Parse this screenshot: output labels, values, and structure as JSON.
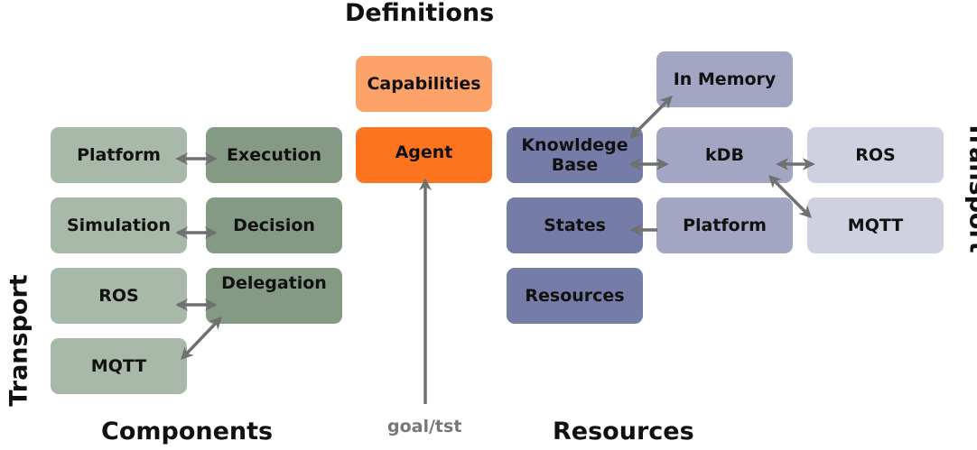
{
  "titles": {
    "definitions": "Definitions",
    "components": "Components",
    "resources": "Resources",
    "goal": "goal/tst",
    "transport_left": "Transport",
    "transport_right": "Transport"
  },
  "components": {
    "platform": "Platform",
    "simulation": "Simulation",
    "ros": "ROS",
    "mqtt": "MQTT",
    "execution": "Execution",
    "decision": "Decision",
    "delegation": "Delegation"
  },
  "definitions": {
    "capabilities": "Capabilities",
    "agent": "Agent"
  },
  "resources": {
    "in_memory": "In Memory",
    "knowledge_base": "Knowldege Base",
    "kdb": "kDB",
    "ros": "ROS",
    "states": "States",
    "platform": "Platform",
    "mqtt": "MQTT",
    "resources": "Resources"
  },
  "colors": {
    "component_light": "#a9b9a9",
    "component_dark": "#859a85",
    "capabilities": "#fda36a",
    "agent": "#fd7420",
    "resource_dark": "#757ca8",
    "resource_mid": "#a2a6c3",
    "resource_light": "#cfd1e1",
    "arrow": "#707070"
  }
}
